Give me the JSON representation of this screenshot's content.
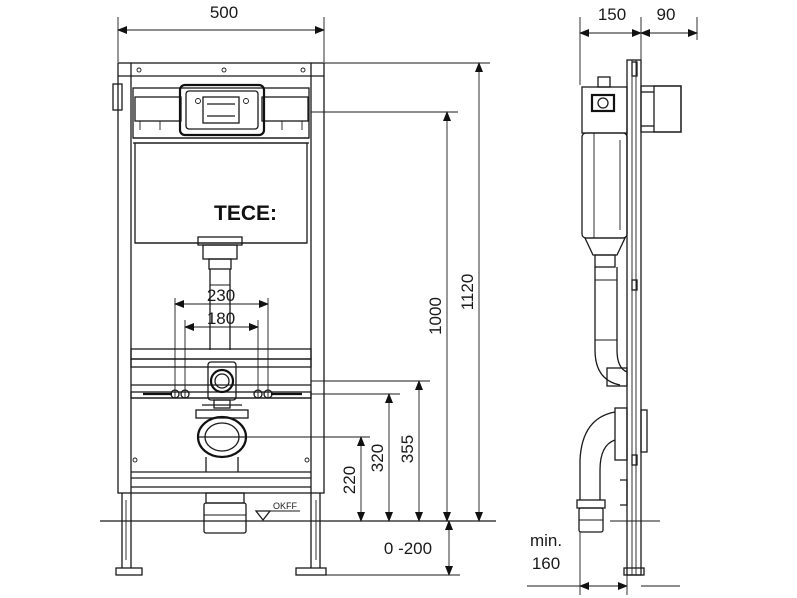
{
  "drawing": {
    "brand_logo": "TECE:",
    "okff_label": "OKFF",
    "front_view": {
      "frame_width": "500",
      "inner_spacing_outer": "230",
      "inner_spacing_inner": "180",
      "height_to_top": "1120",
      "height_to_cistern": "1000",
      "height_355": "355",
      "height_320": "320",
      "height_220": "220",
      "leg_adjustment": "0 -200"
    },
    "side_view": {
      "depth_cistern": "150",
      "depth_plate": "90",
      "min_label": "min.",
      "min_value": "160"
    }
  }
}
